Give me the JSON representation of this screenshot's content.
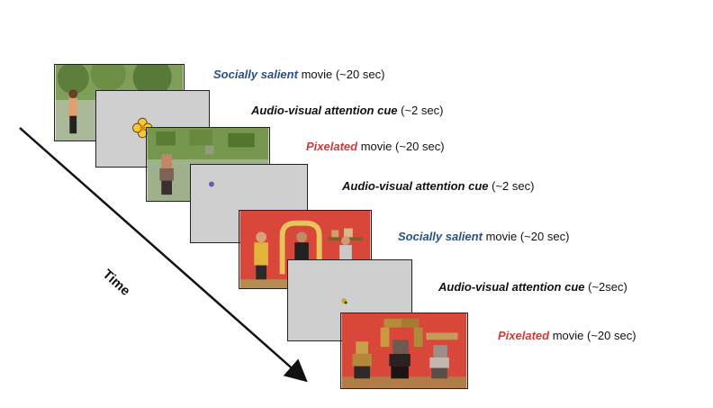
{
  "timeline": {
    "axis_label": "Time",
    "steps": [
      {
        "emphasis": "Socially salient",
        "rest": "movie (~20 sec)",
        "color": "#2b4f8c"
      },
      {
        "emphasis": "Audio-visual attention cue",
        "rest": "(~2 sec)",
        "color": "#111111"
      },
      {
        "emphasis": "Pixelated",
        "rest": "movie (~20 sec)",
        "color": "#cc3b3b"
      },
      {
        "emphasis": "Audio-visual attention cue",
        "rest": "(~2 sec)",
        "color": "#111111"
      },
      {
        "emphasis": "Socially salient",
        "rest": "movie (~20 sec)",
        "color": "#2b4f8c"
      },
      {
        "emphasis": "Audio-visual attention cue",
        "rest": "(~2sec)",
        "color": "#111111"
      },
      {
        "emphasis": "Pixelated",
        "rest": "movie (~20 sec)",
        "color": "#cc3b3b"
      }
    ]
  },
  "colors": {
    "cue_background": "#cfcfcf",
    "red_scene": "#d9473a",
    "garden": "#6f8f4a"
  }
}
